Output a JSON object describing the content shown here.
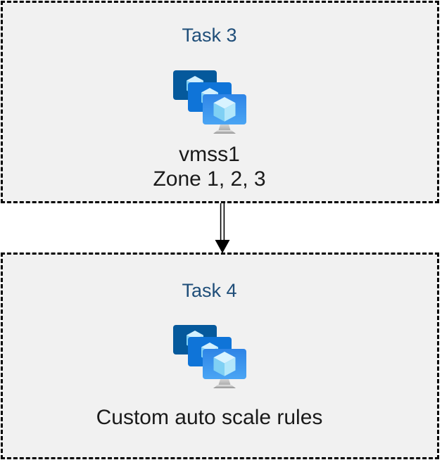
{
  "boxes": [
    {
      "title": "Task 3",
      "icon": "vm-scale-set-icon",
      "label_line1": "vmss1",
      "label_line2": "Zone 1, 2, 3"
    },
    {
      "title": "Task 4",
      "icon": "vm-scale-set-icon",
      "label_line1": "Custom auto scale rules"
    }
  ],
  "connector": {
    "type": "double-line-arrow",
    "direction": "down",
    "from": "Task 3",
    "to": "Task 4"
  },
  "colors": {
    "page_background": "#ffffff",
    "box_fill": "#f1f1f1",
    "box_border": "#000000",
    "title_text": "#1f4e79",
    "body_text": "#1a1a1a",
    "monitor_back": "#05599c",
    "monitor_middle": "#0f74d8",
    "monitor_front_top": "#2e84e6",
    "monitor_front_bottom": "#4aa5f4",
    "cube_top": "#d2f0fe",
    "cube_left": "#7fd0f4",
    "cube_right": "#b2e7fb",
    "stand_gray": "#c2c2c2"
  }
}
